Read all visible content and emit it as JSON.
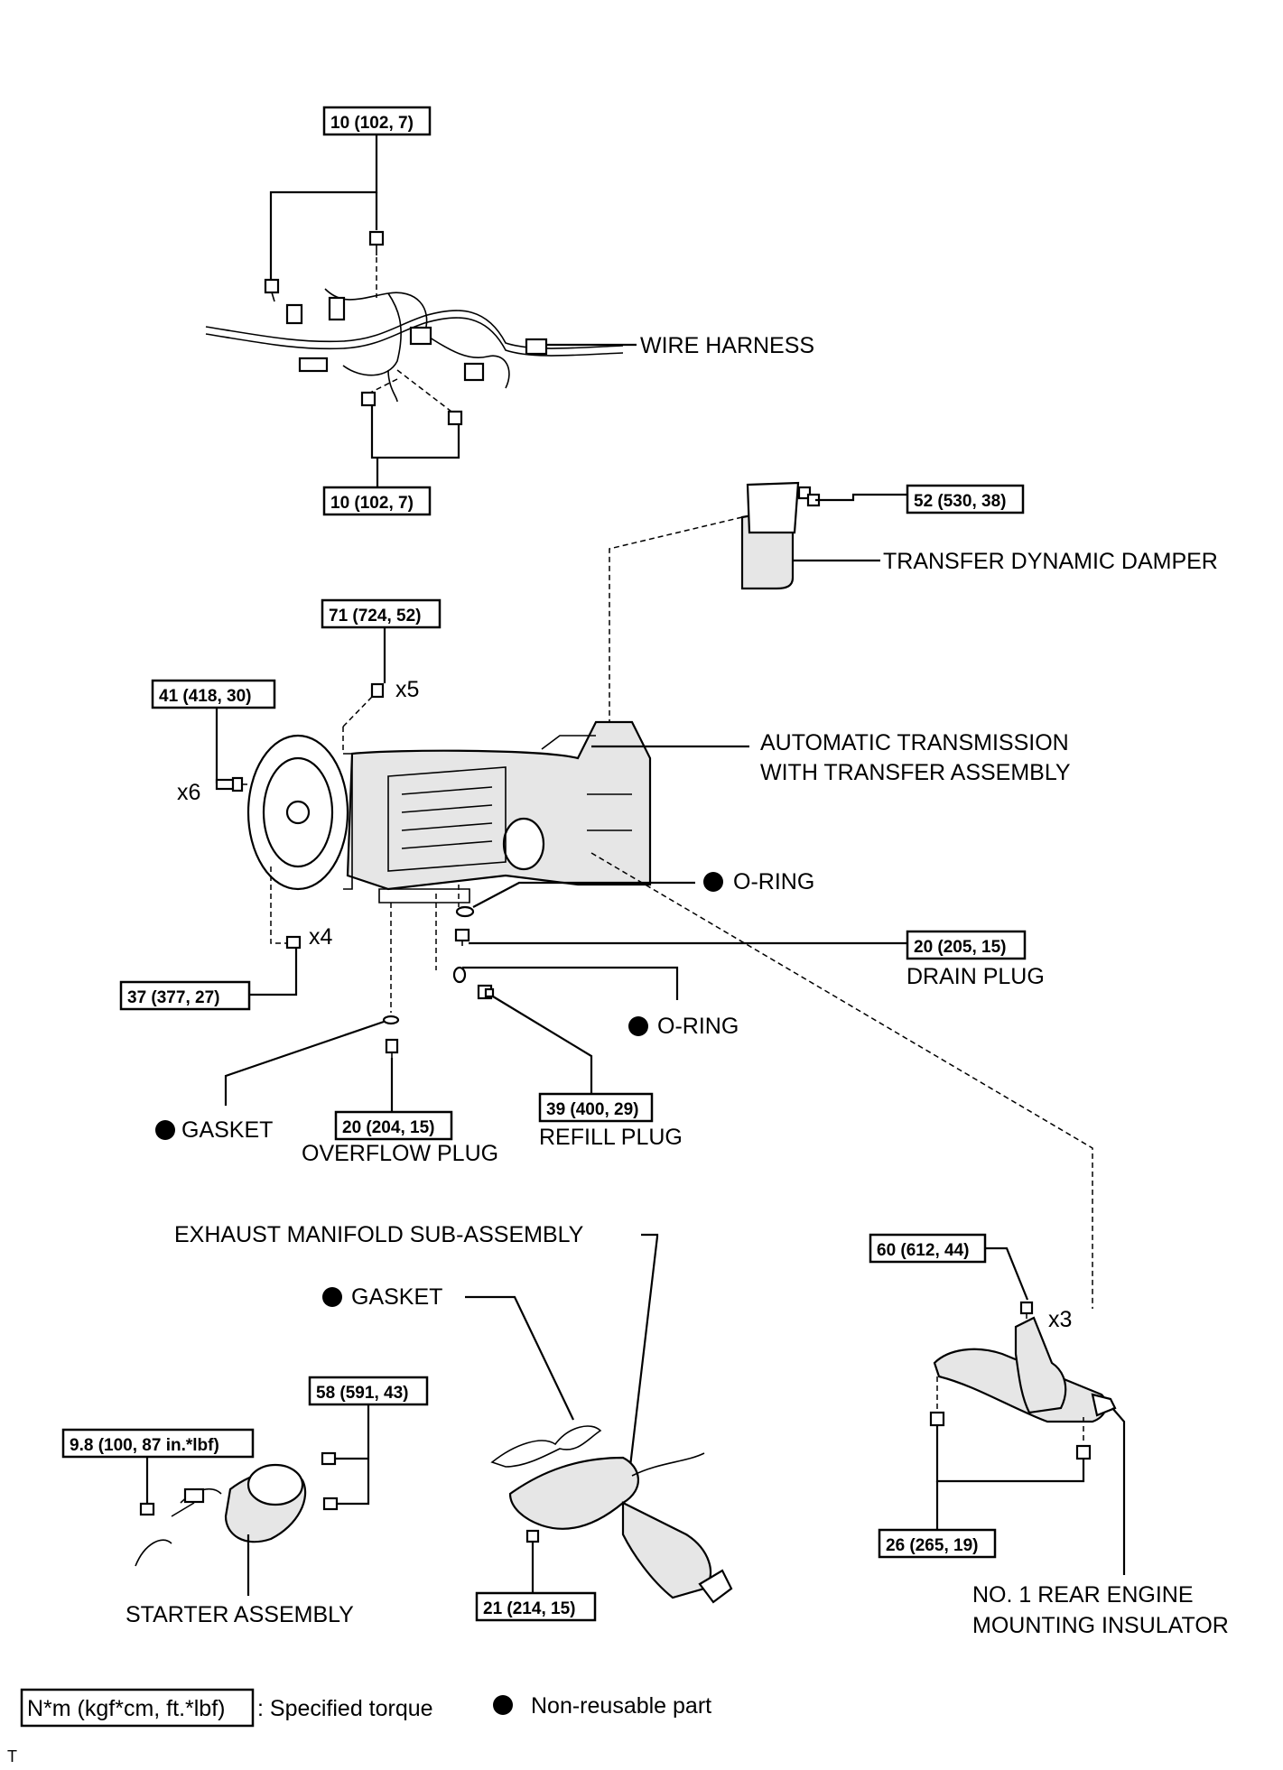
{
  "torque": {
    "wire_top": "10 (102, 7)",
    "wire_bottom": "10 (102, 7)",
    "damper": "52 (530, 38)",
    "trans_top": "71 (724, 52)",
    "trans_left": "41 (418, 30)",
    "trans_bottom": "37 (377, 27)",
    "drain": "20 (205, 15)",
    "overflow": "20 (204, 15)",
    "refill": "39 (400, 29)",
    "starter_top": "58 (591, 43)",
    "starter_left": "9.8 (100, 87 in.*lbf)",
    "exhaust": "21 (214, 15)",
    "mount_top": "60 (612, 44)",
    "mount_bottom": "26 (265, 19)"
  },
  "labels": {
    "wire_harness": "WIRE HARNESS",
    "transfer_damper": "TRANSFER DYNAMIC DAMPER",
    "trans_line1": "AUTOMATIC TRANSMISSION",
    "trans_line2": "WITH TRANSFER ASSEMBLY",
    "oring_1": "O-RING",
    "oring_2": "O-RING",
    "drain_plug": "DRAIN PLUG",
    "gasket_1": "GASKET",
    "overflow_plug": "OVERFLOW PLUG",
    "refill_plug": "REFILL PLUG",
    "exhaust_manifold": "EXHAUST MANIFOLD SUB-ASSEMBLY",
    "gasket_2": "GASKET",
    "starter": "STARTER ASSEMBLY",
    "mount_line1": "NO. 1 REAR ENGINE",
    "mount_line2": "MOUNTING INSULATOR"
  },
  "counts": {
    "x5": "x5",
    "x6": "x6",
    "x4": "x4",
    "x3": "x3"
  },
  "legend": {
    "torque_box": "N*m (kgf*cm, ft.*lbf)",
    "torque_desc": ": Specified torque",
    "nonreusable_desc": "Non-reusable part"
  },
  "corner_mark": "T"
}
